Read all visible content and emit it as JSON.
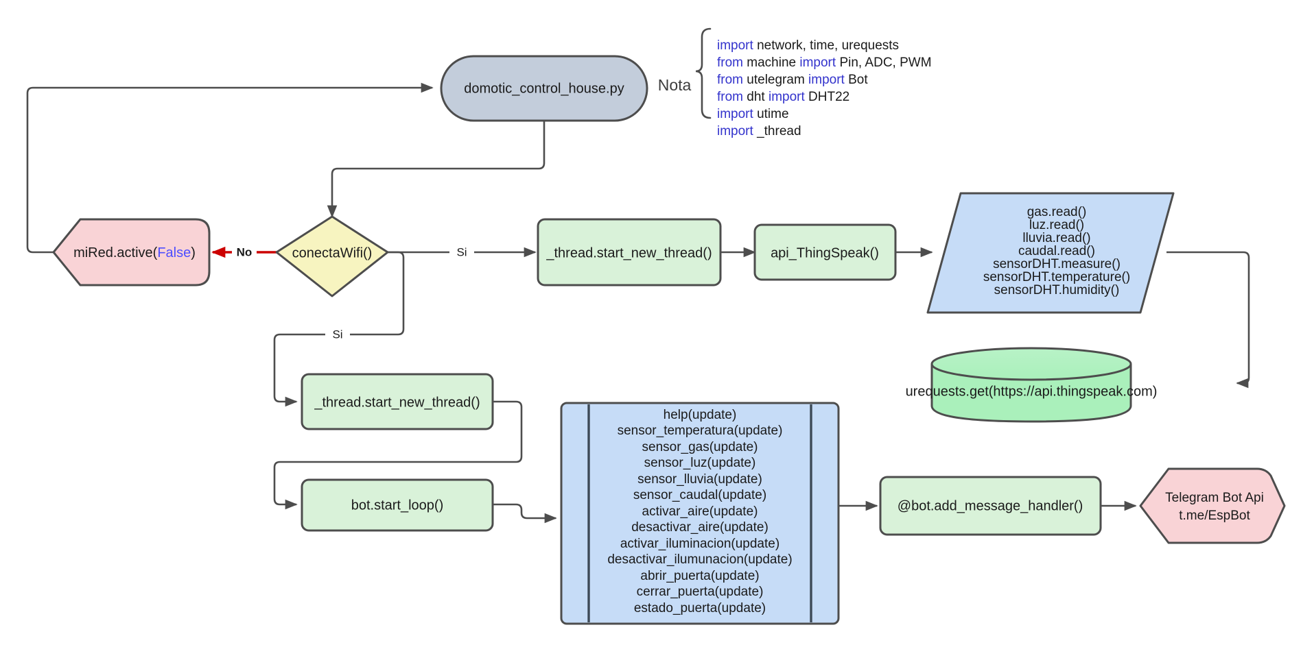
{
  "diagram": {
    "title": "domotic_control_house flowchart",
    "background": "#ffffff"
  },
  "palette": {
    "start_fill": "#c3cddb",
    "green_fill": "#d9f2d9",
    "blue_fill": "#c6dcf7",
    "pink_fill": "#f9d3d6",
    "yellow_fill": "#f7f4c0",
    "cylinder_fill": "#aaf0bb",
    "stroke": "#4d4d4d",
    "no_edge": "#cc0000",
    "keyword": "#3333cc",
    "value": "#4d4dff"
  },
  "nodes": {
    "start": {
      "label": "domotic_control_house.py",
      "shape": "stadium"
    },
    "decision": {
      "label": "conectaWifi()",
      "shape": "diamond"
    },
    "mired": {
      "label_prefix": "miRed.active(",
      "label_value": "False",
      "label_suffix": ")",
      "shape": "tag"
    },
    "thread_top": {
      "label": "_thread.start_new_thread()",
      "shape": "rounded-rect"
    },
    "api_thingspeak": {
      "label": "api_ThingSpeak()",
      "shape": "rounded-rect"
    },
    "sensors": {
      "shape": "parallelogram",
      "lines": [
        "gas.read()",
        "luz.read()",
        "lluvia.read()",
        "caudal.read()",
        "sensorDHT.measure()",
        "sensorDHT.temperature()",
        "sensorDHT.humidity()"
      ]
    },
    "cylinder": {
      "label": "urequests.get(https://api.thingspeak.com)",
      "shape": "cylinder"
    },
    "thread_bottom": {
      "label": "_thread.start_new_thread()",
      "shape": "rounded-rect"
    },
    "bot_start_loop": {
      "label": "bot.start_loop()",
      "shape": "rounded-rect"
    },
    "handlers": {
      "shape": "subroutine",
      "lines": [
        "help(update)",
        "sensor_temperatura(update)",
        "sensor_gas(update)",
        "sensor_luz(update)",
        "sensor_lluvia(update)",
        "sensor_caudal(update)",
        "activar_aire(update)",
        "desactivar_aire(update)",
        "activar_iluminacion(update)",
        "desactivar_ilumunacion(update)",
        "abrir_puerta(update)",
        "cerrar_puerta(update)",
        "estado_puerta(update)"
      ]
    },
    "add_handler": {
      "label": "@bot.add_message_handler()",
      "shape": "rounded-rect"
    },
    "telegram": {
      "line1": "Telegram Bot Api",
      "line2": "t.me/EspBot",
      "shape": "hexagon"
    }
  },
  "edge_labels": {
    "no": "No",
    "si_top": "Si",
    "si_bottom": "Si"
  },
  "note": {
    "label": "Nota",
    "code_lines": [
      {
        "kw1": "import",
        "rest1": " network, time, urequests",
        "kw2": "",
        "rest2": ""
      },
      {
        "kw1": "from",
        "rest1": " machine ",
        "kw2": "import",
        "rest2": " Pin, ADC, PWM"
      },
      {
        "kw1": "from",
        "rest1": " utelegram ",
        "kw2": "import",
        "rest2": " Bot"
      },
      {
        "kw1": "from",
        "rest1": " dht ",
        "kw2": "import",
        "rest2": " DHT22"
      },
      {
        "kw1": "import",
        "rest1": " utime",
        "kw2": "",
        "rest2": ""
      },
      {
        "kw1": "import",
        "rest1": " _thread",
        "kw2": "",
        "rest2": ""
      }
    ]
  }
}
